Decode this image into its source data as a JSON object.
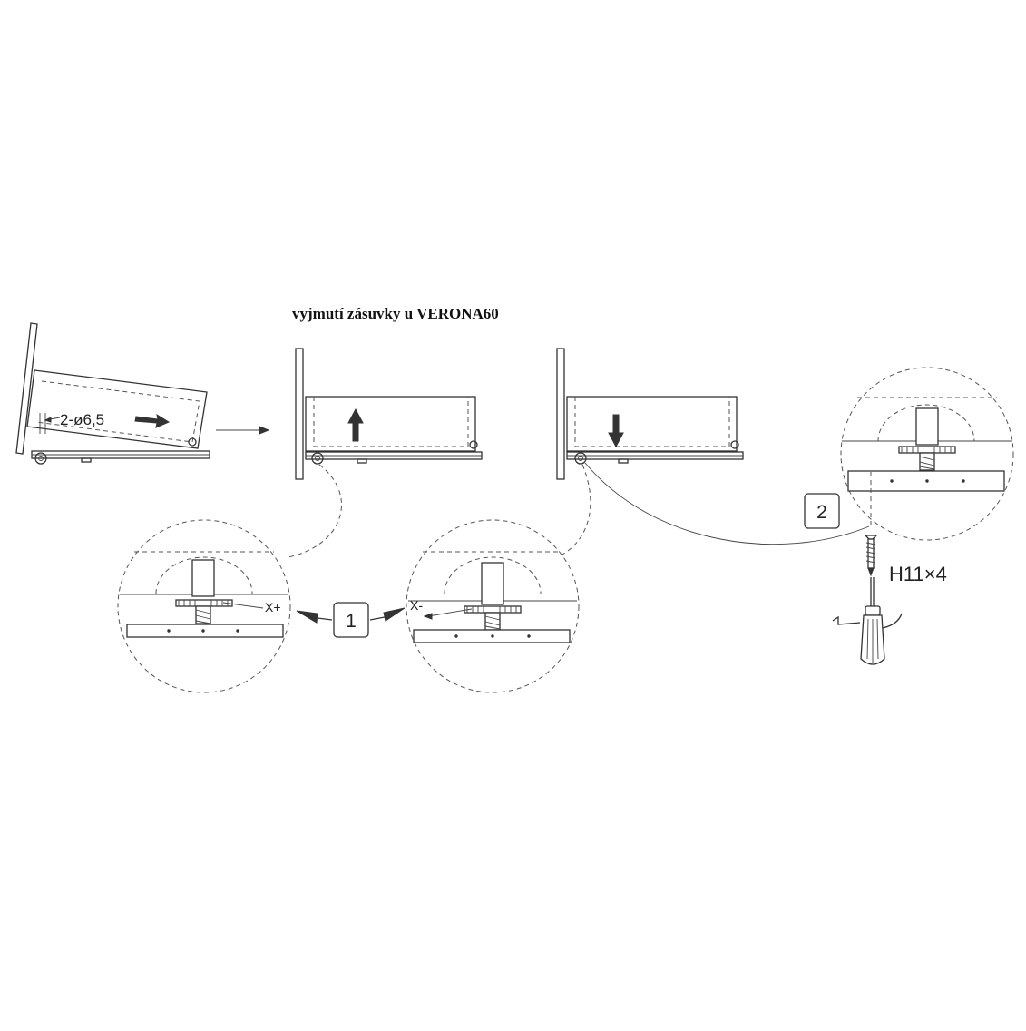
{
  "title": "vyjmutí zásuvky u VERONA60",
  "labels": {
    "hole_dim": "2-ø6,5",
    "x_plus": "X+",
    "x_minus": "X-",
    "step_1": "1",
    "step_2": "2",
    "screw": "H11×4"
  },
  "icons": {
    "screwdriver": "screwdriver-icon",
    "screw": "screw-icon",
    "arrow_right": "arrow-right-icon",
    "arrow_up": "arrow-up-icon",
    "arrow_down": "arrow-down-icon"
  },
  "colors": {
    "line": "#333333",
    "background": "#ffffff"
  }
}
